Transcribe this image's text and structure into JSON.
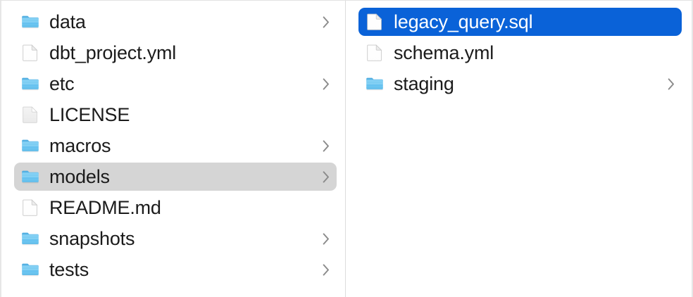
{
  "window": {
    "view": "column-view",
    "background": "#ffffff",
    "divider_color": "#dcdcdc"
  },
  "colors": {
    "selection_active": "#0a62d8",
    "selection_inactive": "#d5d5d5",
    "folder_blue": "#63c0ef",
    "folder_blue_dark": "#3d9fd6",
    "text": "#1b1b1b",
    "text_selected": "#ffffff",
    "chevron": "#8a8a8a"
  },
  "columns": [
    {
      "name": "project-root-column",
      "items": [
        {
          "label": "data",
          "icon": "folder-icon",
          "kind": "folder",
          "has_chevron": true,
          "selected": "none"
        },
        {
          "label": "dbt_project.yml",
          "icon": "document-icon",
          "kind": "file",
          "has_chevron": false,
          "selected": "none"
        },
        {
          "label": "etc",
          "icon": "folder-icon",
          "kind": "folder",
          "has_chevron": true,
          "selected": "none"
        },
        {
          "label": "LICENSE",
          "icon": "document-plain-icon",
          "kind": "file",
          "has_chevron": false,
          "selected": "none"
        },
        {
          "label": "macros",
          "icon": "folder-icon",
          "kind": "folder",
          "has_chevron": true,
          "selected": "none"
        },
        {
          "label": "models",
          "icon": "folder-icon",
          "kind": "folder",
          "has_chevron": true,
          "selected": "inactive"
        },
        {
          "label": "README.md",
          "icon": "document-icon",
          "kind": "file",
          "has_chevron": false,
          "selected": "none"
        },
        {
          "label": "snapshots",
          "icon": "folder-icon",
          "kind": "folder",
          "has_chevron": true,
          "selected": "none"
        },
        {
          "label": "tests",
          "icon": "folder-icon",
          "kind": "folder",
          "has_chevron": true,
          "selected": "none"
        }
      ]
    },
    {
      "name": "models-column",
      "items": [
        {
          "label": "legacy_query.sql",
          "icon": "document-icon",
          "kind": "file",
          "has_chevron": false,
          "selected": "active"
        },
        {
          "label": "schema.yml",
          "icon": "document-icon",
          "kind": "file",
          "has_chevron": false,
          "selected": "none"
        },
        {
          "label": "staging",
          "icon": "folder-icon",
          "kind": "folder",
          "has_chevron": true,
          "selected": "none"
        }
      ]
    }
  ]
}
